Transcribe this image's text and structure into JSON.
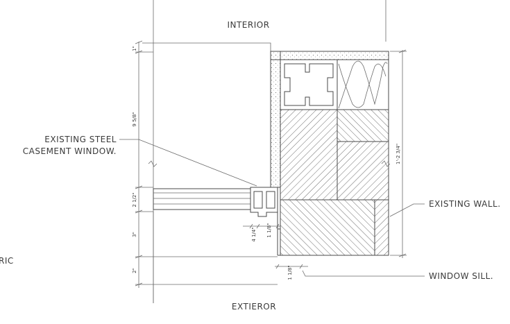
{
  "labels": {
    "interior": "INTERIOR",
    "exterior": "EXTIEROR",
    "steel_window_line1": "EXISTING STEEL",
    "steel_window_line2": "CASEMENT WINDOW.",
    "existing_wall": "EXISTING WALL.",
    "window_sill": "WINDOW SILL.",
    "cut_off_text": "RIC"
  },
  "dimensions": {
    "left_top": "1\"",
    "left_upper": "9 5/8\"",
    "left_mid": "2 1/2\"",
    "left_lower": "3\"",
    "left_bottom": "2\"",
    "right_wall": "1'-2 3/4\"",
    "frame_small_a": "4 1/4\"",
    "frame_small_b": "1 1/8\"",
    "sill_offset": "1 1/8\""
  },
  "colors": {
    "line": "#4a4a4a",
    "text": "#3a3a3a",
    "background": "#ffffff"
  }
}
